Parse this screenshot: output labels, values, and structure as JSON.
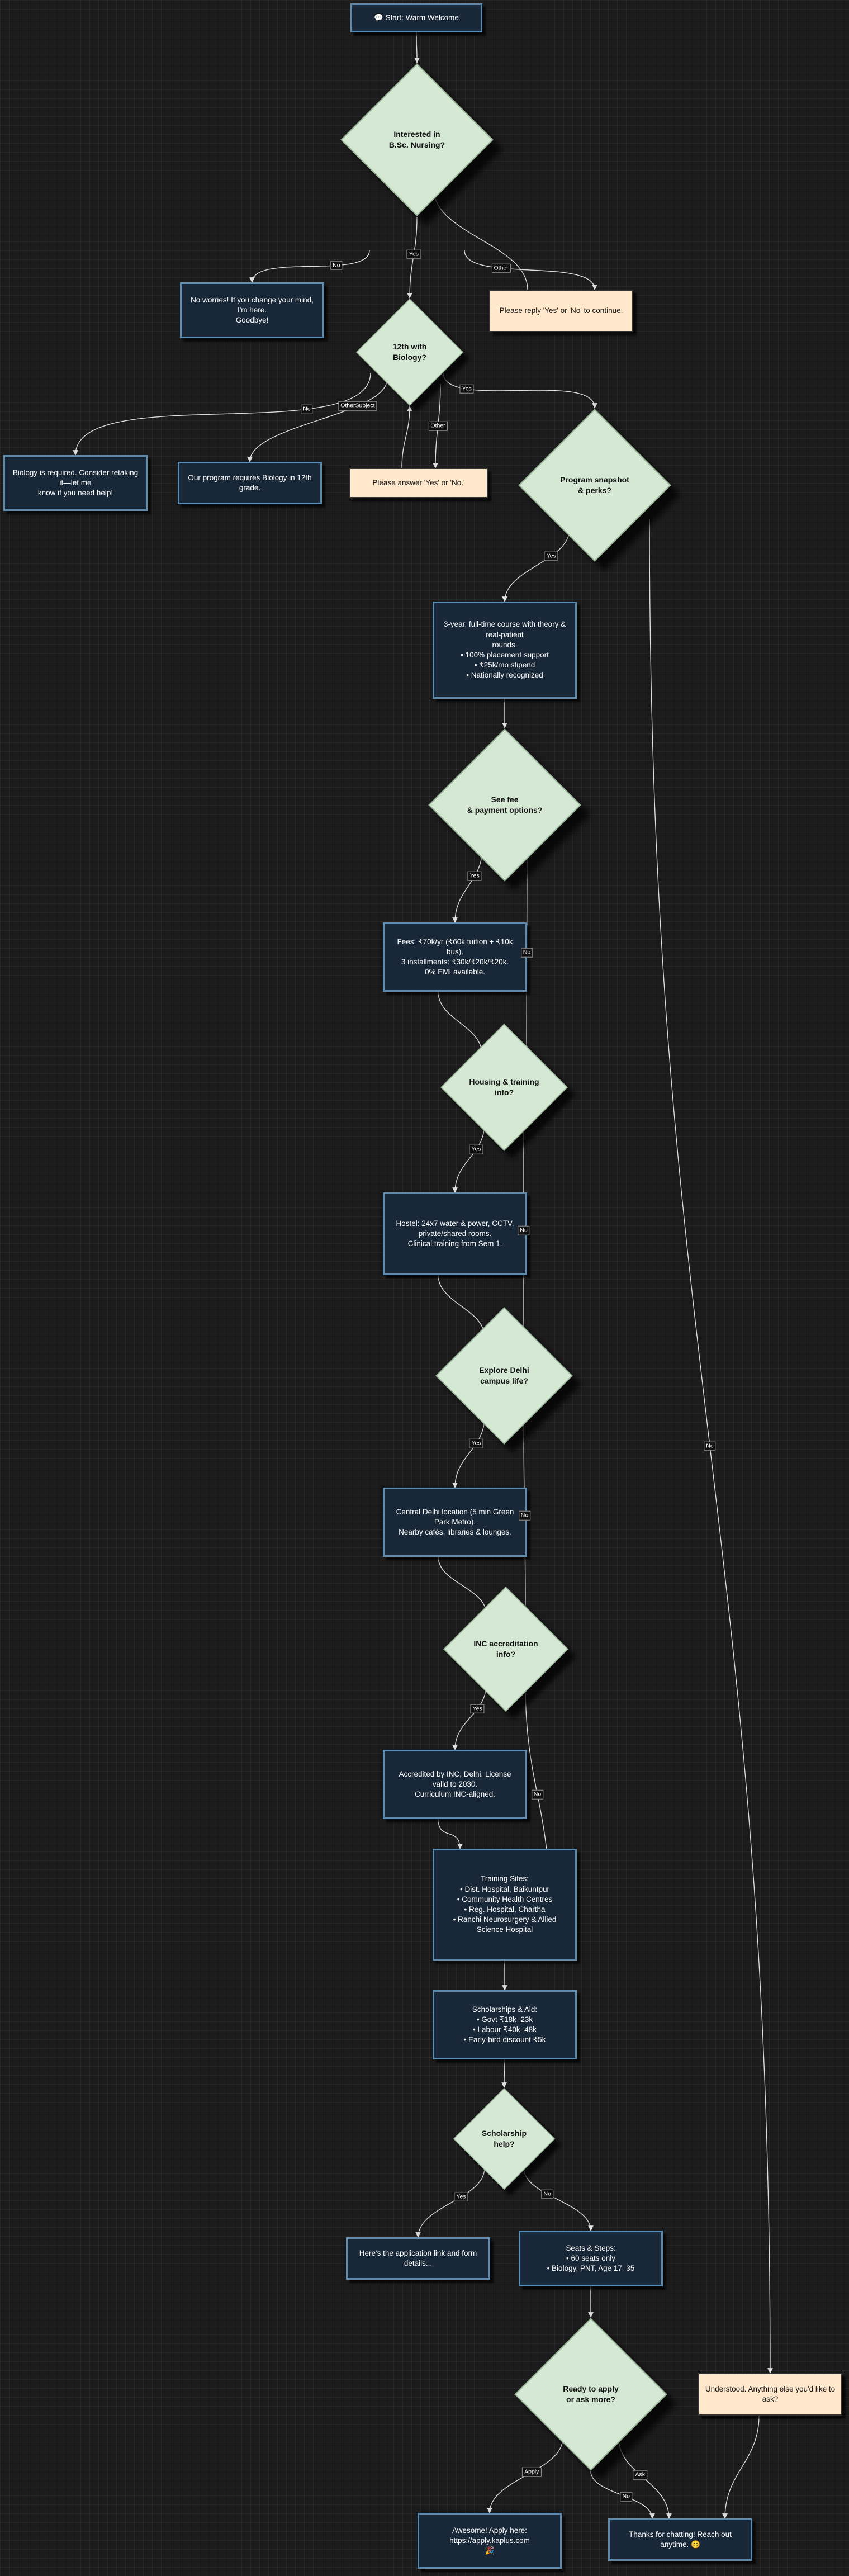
{
  "nodes": [
    {
      "id": "start",
      "kind": "box",
      "text": "💬 Start: Warm Welcome"
    },
    {
      "id": "interested",
      "kind": "decision",
      "text": "Interested in\nB.Sc. Nursing?"
    },
    {
      "id": "goodbye",
      "kind": "box",
      "text": "No worries! If you change your mind, I'm here.\nGoodbye!"
    },
    {
      "id": "reply_yes_no_1",
      "kind": "note",
      "text": "Please reply 'Yes' or 'No' to continue."
    },
    {
      "id": "biology_q",
      "kind": "decision",
      "text": "12th with\nBiology?"
    },
    {
      "id": "bio_required",
      "kind": "box",
      "text": "Biology is required. Consider retaking it—let me\nknow if you need help!"
    },
    {
      "id": "bio_other_subject",
      "kind": "box",
      "text": "Our program requires Biology in 12th grade."
    },
    {
      "id": "reply_yes_no_2",
      "kind": "note",
      "text": "Please answer 'Yes' or 'No.'"
    },
    {
      "id": "snapshot_q",
      "kind": "decision",
      "text": "Program snapshot\n& perks?"
    },
    {
      "id": "snapshot",
      "kind": "box",
      "text": "3-year, full-time course with theory & real-patient\nrounds.\n• 100% placement support\n• ₹25k/mo stipend\n• Nationally recognized"
    },
    {
      "id": "fee_q",
      "kind": "decision",
      "text": "See fee\n& payment options?"
    },
    {
      "id": "fees",
      "kind": "box",
      "text": "Fees: ₹70k/yr (₹60k tuition + ₹10k bus).\n3 installments: ₹30k/₹20k/₹20k.\n0% EMI available."
    },
    {
      "id": "housing_q",
      "kind": "decision",
      "text": "Housing & training\ninfo?"
    },
    {
      "id": "hostel",
      "kind": "box",
      "text": "Hostel: 24x7 water & power, CCTV,\nprivate/shared rooms.\nClinical training from Sem 1."
    },
    {
      "id": "campus_q",
      "kind": "decision",
      "text": "Explore Delhi\ncampus life?"
    },
    {
      "id": "campus",
      "kind": "box",
      "text": "Central Delhi location (5 min Green Park Metro).\nNearby cafés, libraries & lounges."
    },
    {
      "id": "inc_q",
      "kind": "decision",
      "text": "INC accreditation\ninfo?"
    },
    {
      "id": "accredited",
      "kind": "box",
      "text": "Accredited by INC, Delhi. License valid to 2030.\nCurriculum INC-aligned."
    },
    {
      "id": "training_sites",
      "kind": "box",
      "text": "Training Sites:\n• Dist. Hospital, Baikuntpur\n• Community Health Centres\n• Reg. Hospital, Chartha\n• Ranchi Neurosurgery & Allied Science Hospital"
    },
    {
      "id": "scholarships",
      "kind": "box",
      "text": "Scholarships & Aid:\n• Govt ₹18k–23k\n• Labour ₹40k–48k\n• Early-bird discount ₹5k"
    },
    {
      "id": "scholarship_q",
      "kind": "decision",
      "text": "Scholarship\nhelp?"
    },
    {
      "id": "application_link",
      "kind": "box",
      "text": "Here's the application link and form details..."
    },
    {
      "id": "seats",
      "kind": "box",
      "text": "Seats & Steps:\n• 60 seats only\n• Biology, PNT, Age 17–35"
    },
    {
      "id": "apply_q",
      "kind": "decision",
      "text": "Ready to apply\nor ask more?"
    },
    {
      "id": "understood",
      "kind": "note",
      "text": "Understood. Anything else you'd like to ask?"
    },
    {
      "id": "apply_here",
      "kind": "box",
      "text": "Awesome! Apply here: https://apply.kaplus.com\n🎉"
    },
    {
      "id": "thanks",
      "kind": "box",
      "text": "Thanks for chatting! Reach out anytime. 😊"
    }
  ],
  "edges": [
    {
      "from": "start",
      "to": "interested",
      "label": ""
    },
    {
      "from": "interested",
      "to": "goodbye",
      "label": "No"
    },
    {
      "from": "interested",
      "to": "biology_q",
      "label": "Yes"
    },
    {
      "from": "interested",
      "to": "reply_yes_no_1",
      "label": "Other"
    },
    {
      "from": "reply_yes_no_1",
      "to": "interested",
      "label": ""
    },
    {
      "from": "biology_q",
      "to": "bio_required",
      "label": "No"
    },
    {
      "from": "biology_q",
      "to": "bio_other_subject",
      "label": "OtherSubject"
    },
    {
      "from": "biology_q",
      "to": "reply_yes_no_2",
      "label": "Other"
    },
    {
      "from": "reply_yes_no_2",
      "to": "biology_q",
      "label": ""
    },
    {
      "from": "biology_q",
      "to": "snapshot_q",
      "label": "Yes"
    },
    {
      "from": "snapshot_q",
      "to": "snapshot",
      "label": "Yes"
    },
    {
      "from": "snapshot_q",
      "to": "understood",
      "label": "No"
    },
    {
      "from": "snapshot",
      "to": "fee_q",
      "label": ""
    },
    {
      "from": "fee_q",
      "to": "fees",
      "label": "Yes"
    },
    {
      "from": "fee_q",
      "to": "housing_q",
      "label": "No"
    },
    {
      "from": "fees",
      "to": "housing_q",
      "label": ""
    },
    {
      "from": "housing_q",
      "to": "hostel",
      "label": "Yes"
    },
    {
      "from": "housing_q",
      "to": "campus_q",
      "label": "No"
    },
    {
      "from": "hostel",
      "to": "campus_q",
      "label": ""
    },
    {
      "from": "campus_q",
      "to": "campus",
      "label": "Yes"
    },
    {
      "from": "campus_q",
      "to": "inc_q",
      "label": "No"
    },
    {
      "from": "campus",
      "to": "inc_q",
      "label": ""
    },
    {
      "from": "inc_q",
      "to": "accredited",
      "label": "Yes"
    },
    {
      "from": "inc_q",
      "to": "training_sites",
      "label": "No"
    },
    {
      "from": "accredited",
      "to": "training_sites",
      "label": ""
    },
    {
      "from": "training_sites",
      "to": "scholarships",
      "label": ""
    },
    {
      "from": "scholarships",
      "to": "scholarship_q",
      "label": ""
    },
    {
      "from": "scholarship_q",
      "to": "application_link",
      "label": "Yes"
    },
    {
      "from": "scholarship_q",
      "to": "seats",
      "label": "No"
    },
    {
      "from": "seats",
      "to": "apply_q",
      "label": ""
    },
    {
      "from": "apply_q",
      "to": "apply_here",
      "label": "Apply"
    },
    {
      "from": "apply_q",
      "to": "thanks",
      "label": "No"
    },
    {
      "from": "apply_q",
      "to": "thanks",
      "label": "Ask"
    },
    {
      "from": "understood",
      "to": "thanks",
      "label": ""
    }
  ],
  "colors": {
    "background": "#1b1b1b",
    "box_fill": "#182838",
    "box_border": "#5e8bb0",
    "decision_fill": "#d5e8d4",
    "note_fill": "#ffe8cc",
    "edge": "#dddddd"
  }
}
